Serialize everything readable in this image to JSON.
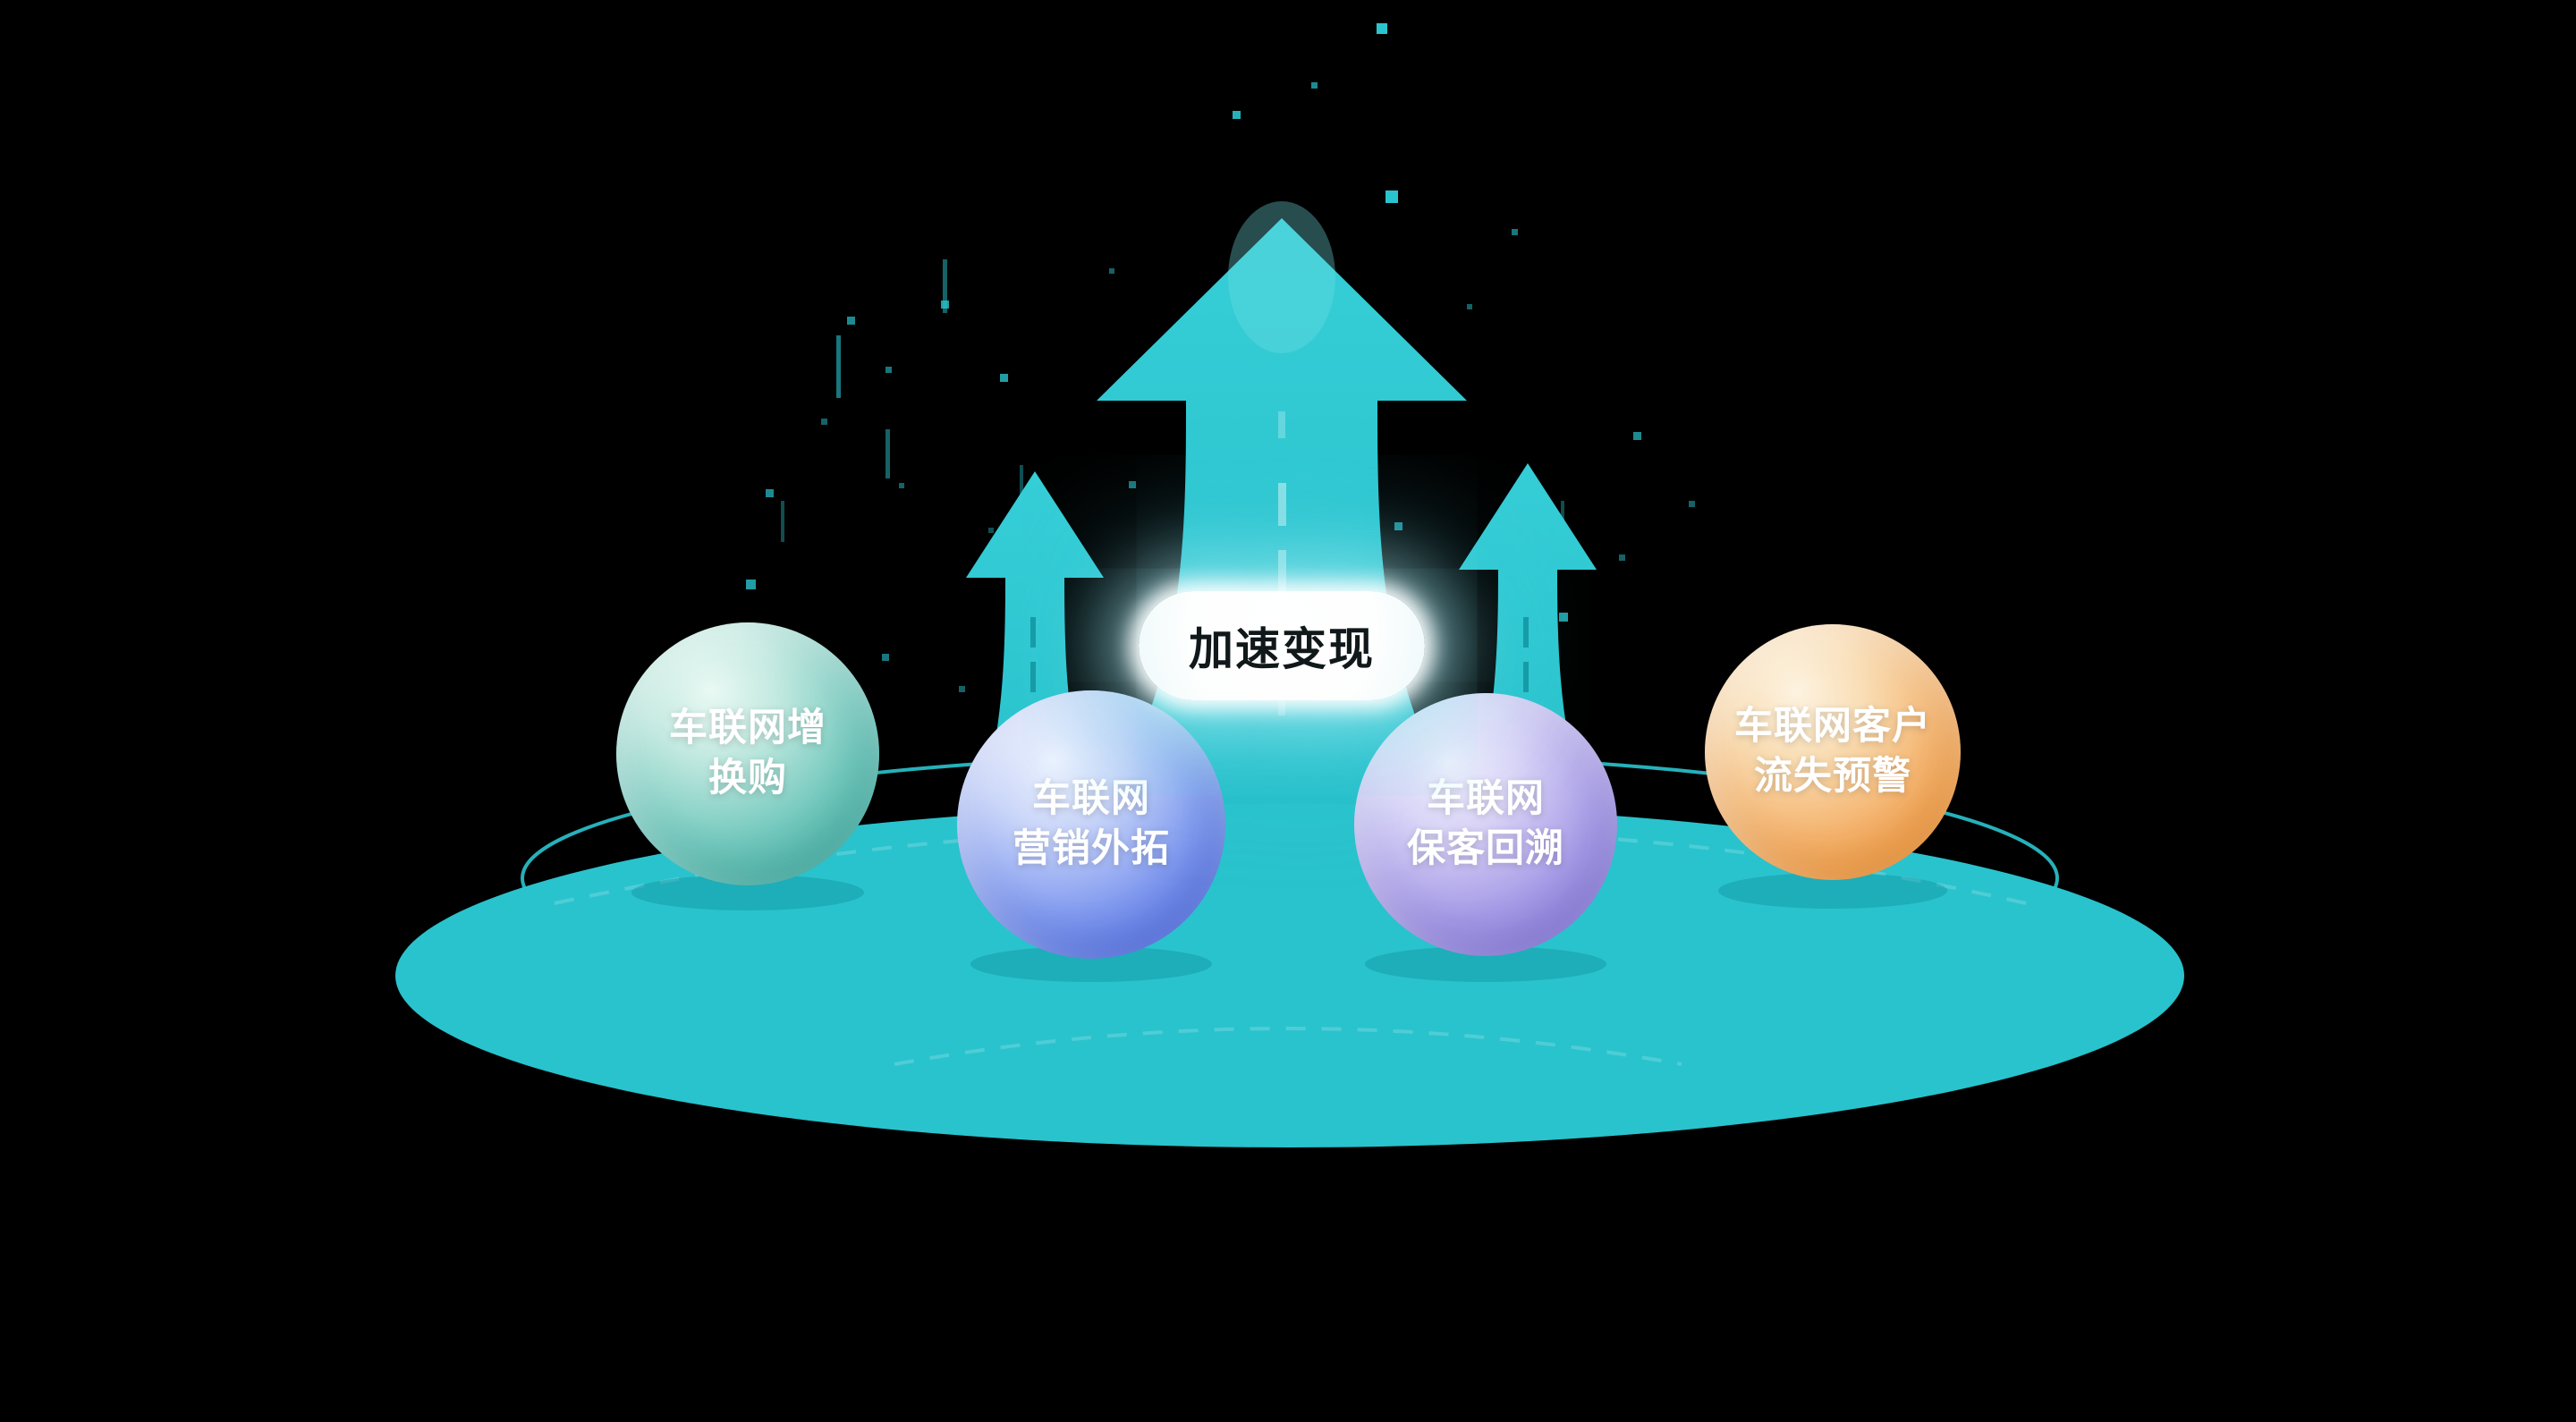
{
  "center_label": "加速变现",
  "bubbles": [
    {
      "id": "iov-trade-in",
      "lines": [
        "车联网增",
        "换购"
      ],
      "color": "#44afa4"
    },
    {
      "id": "iov-marketing",
      "lines": [
        "车联网",
        "营销外拓"
      ],
      "color": "#5472e4"
    },
    {
      "id": "iov-retention",
      "lines": [
        "车联网",
        "保客回溯"
      ],
      "color": "#867ad8"
    },
    {
      "id": "iov-churn-warning",
      "lines": [
        "车联网客户",
        "流失预警"
      ],
      "color": "#ef9538"
    }
  ],
  "colors": {
    "background": "#000000",
    "scene_teal": "#2ac4ce",
    "platform_teal": "#29c3cd",
    "pill_background": "#ffffff",
    "pill_text": "#10181a",
    "bubble_text": "#ffffff"
  }
}
